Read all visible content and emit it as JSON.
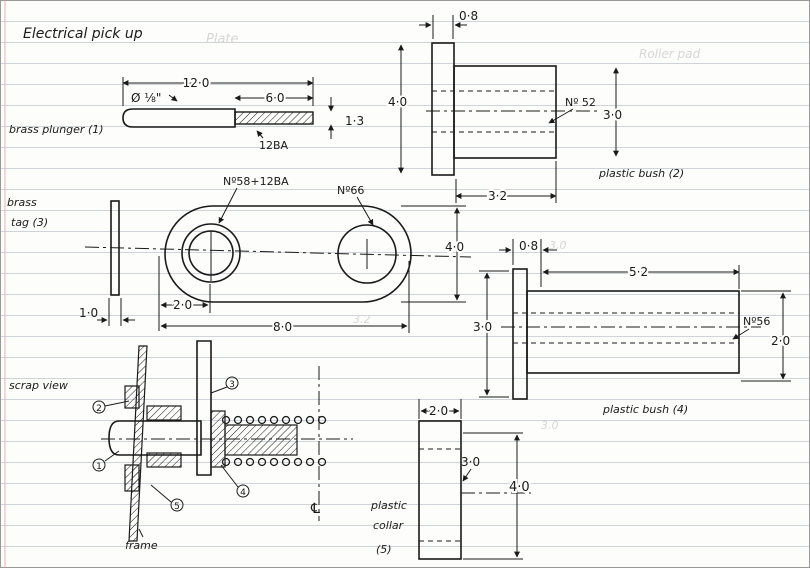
{
  "title": "Electrical pick up",
  "ghost_text": [
    "Plate",
    "Roller pad",
    "3.0",
    "3.2",
    "3.0"
  ],
  "plunger": {
    "label": "brass plunger (1)",
    "dim_overall": "12·0",
    "dim_thread": "6·0",
    "dim_diameter": "Ø ⅛\"",
    "dim_thread_dia": "1·3",
    "thread_note": "12BA"
  },
  "bush2": {
    "label": "plastic bush (2)",
    "dim_top": "0·8",
    "dim_height": "4·0",
    "dim_inner": "3·0",
    "drill": "Nº 52",
    "dim_length": "3·2"
  },
  "tag": {
    "label_line1": "brass",
    "label_line2": "tag (3)",
    "dim_thickness": "1·0",
    "hole_left": "Nº58+12BA",
    "hole_right": "Nº66",
    "dim_height": "4·0",
    "dim_hole_offset": "2·0",
    "dim_length": "8·0"
  },
  "bush4": {
    "label": "plastic bush (4)",
    "dim_top": "0·8",
    "dim_length": "5·2",
    "dim_height": "3·0",
    "dim_inner": "2·0",
    "drill": "Nº56"
  },
  "collar": {
    "label_line1": "plastic",
    "label_line2": "collar",
    "label_line3": "(5)",
    "dim_width": "2·0",
    "dim_inner": "3·0",
    "dim_height": "4·0"
  },
  "scrap": {
    "label": "scrap view",
    "frame_label": "frame",
    "callouts": [
      "1",
      "2",
      "3",
      "4",
      "5"
    ]
  },
  "colors": {
    "ink": "#1a1a1a",
    "rule": "#cfd4da",
    "paper": "#fdfdfb"
  }
}
